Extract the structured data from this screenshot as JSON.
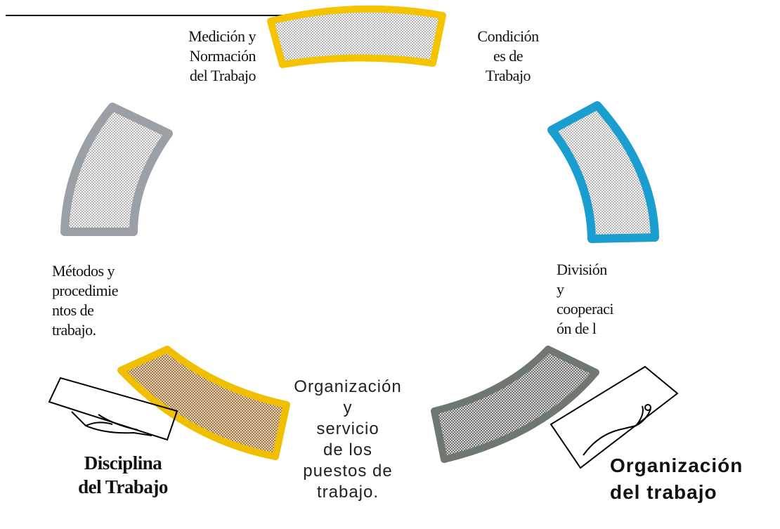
{
  "colors": {
    "yellow": "#f5c400",
    "gray": "#9aa0a6",
    "blue": "#1a9ed0",
    "yellow_brown": "#f0c000",
    "dark_gray": "#6e7870",
    "fill_light": "#e8e8e8",
    "fill_brown": "#c8a070"
  },
  "labels": {
    "top_left": "Medición y\nNormación\ndel Trabajo",
    "top_right": "Condición\nes de\nTrabajo",
    "left": "Métodos y\nprocedimie\nntos de\ntrabajo.",
    "right": "División\ny\ncooperaci\nón de l",
    "bottom": "Organización\ny\nservicio\nde los\npuestos de\ntrabajo.",
    "bottom_left": "Disciplina\ndel Trabajo",
    "bottom_right": "Organización\ndel trabajo"
  }
}
